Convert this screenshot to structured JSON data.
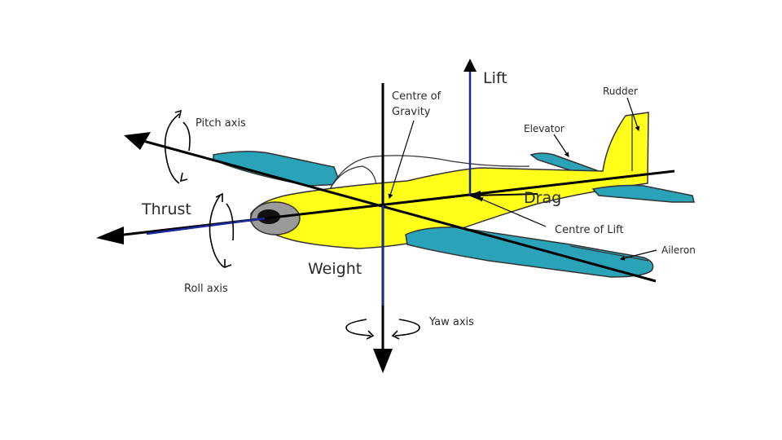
{
  "labels": {
    "lift": "Lift",
    "centre_of_gravity_1": "Centre of",
    "centre_of_gravity_2": "Gravity",
    "rudder": "Rudder",
    "elevator": "Elevator",
    "pitch_axis": "Pitch axis",
    "thrust": "Thrust",
    "drag": "Drag",
    "centre_of_lift": "Centre of Lift",
    "aileron": "Aileron",
    "weight": "Weight",
    "roll_axis": "Roll axis",
    "yaw_axis": "Yaw axis"
  },
  "colors": {
    "fuselage": "#ffff1a",
    "wing": "#2aa3b8",
    "force_vector": "#1a2a9a",
    "axis": "#000000",
    "outline": "#333333"
  }
}
